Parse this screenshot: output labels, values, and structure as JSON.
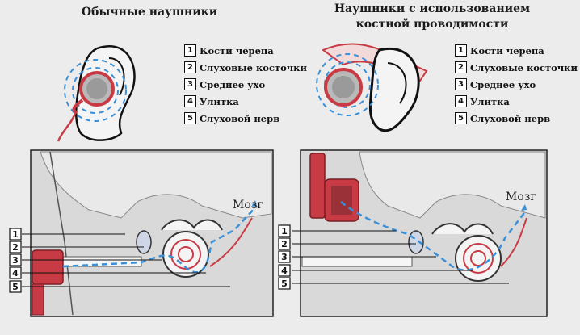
{
  "left": {
    "title_line1": "Обычные наушники",
    "legend": [
      {
        "num": "1",
        "label": "Кости черепа"
      },
      {
        "num": "2",
        "label": "Слуховые косточки"
      },
      {
        "num": "3",
        "label": "Среднее ухо"
      },
      {
        "num": "4",
        "label": "Улитка"
      },
      {
        "num": "5",
        "label": "Слуховой нерв"
      }
    ],
    "brain_label": "Мозг"
  },
  "right": {
    "title_line1": "Наушники с использованием",
    "title_line2": "костной проводимости",
    "legend": [
      {
        "num": "1",
        "label": "Кости черепа"
      },
      {
        "num": "2",
        "label": "Слуховые косточки"
      },
      {
        "num": "3",
        "label": "Среднее ухо"
      },
      {
        "num": "4",
        "label": "Улитка"
      },
      {
        "num": "5",
        "label": "Слуховой нерв"
      }
    ],
    "brain_label": "Мозг"
  },
  "colors": {
    "accent_red": "#c83a44",
    "sound_wave_blue": "#3a8fd6",
    "panel_bg": "#d9d9d9"
  }
}
